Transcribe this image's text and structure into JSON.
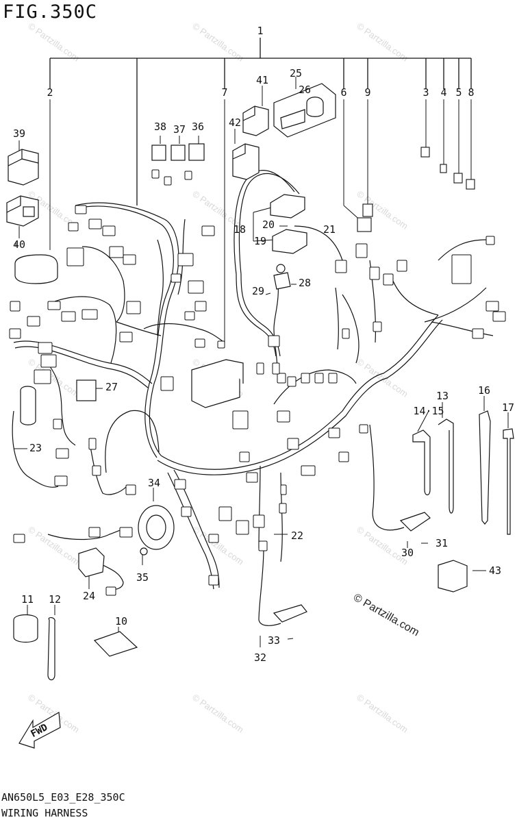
{
  "figure": {
    "title": "FIG.350C",
    "footer_code": "AN650L5_E03_E28_350C",
    "footer_name": "WIRING HARNESS",
    "arrow_label": "FWD",
    "copyright": "© Partzilla.com",
    "watermark": "© Partzilla.com"
  },
  "callouts": [
    "1",
    "2",
    "3",
    "4",
    "5",
    "6",
    "7",
    "8",
    "9",
    "10",
    "11",
    "12",
    "13",
    "14·15",
    "16",
    "17",
    "18",
    "19",
    "20",
    "21",
    "22",
    "23",
    "24",
    "25",
    "26",
    "27",
    "28",
    "29",
    "30",
    "31",
    "32",
    "33",
    "34",
    "35",
    "36",
    "37",
    "38",
    "39",
    "40",
    "41",
    "42",
    "43"
  ]
}
